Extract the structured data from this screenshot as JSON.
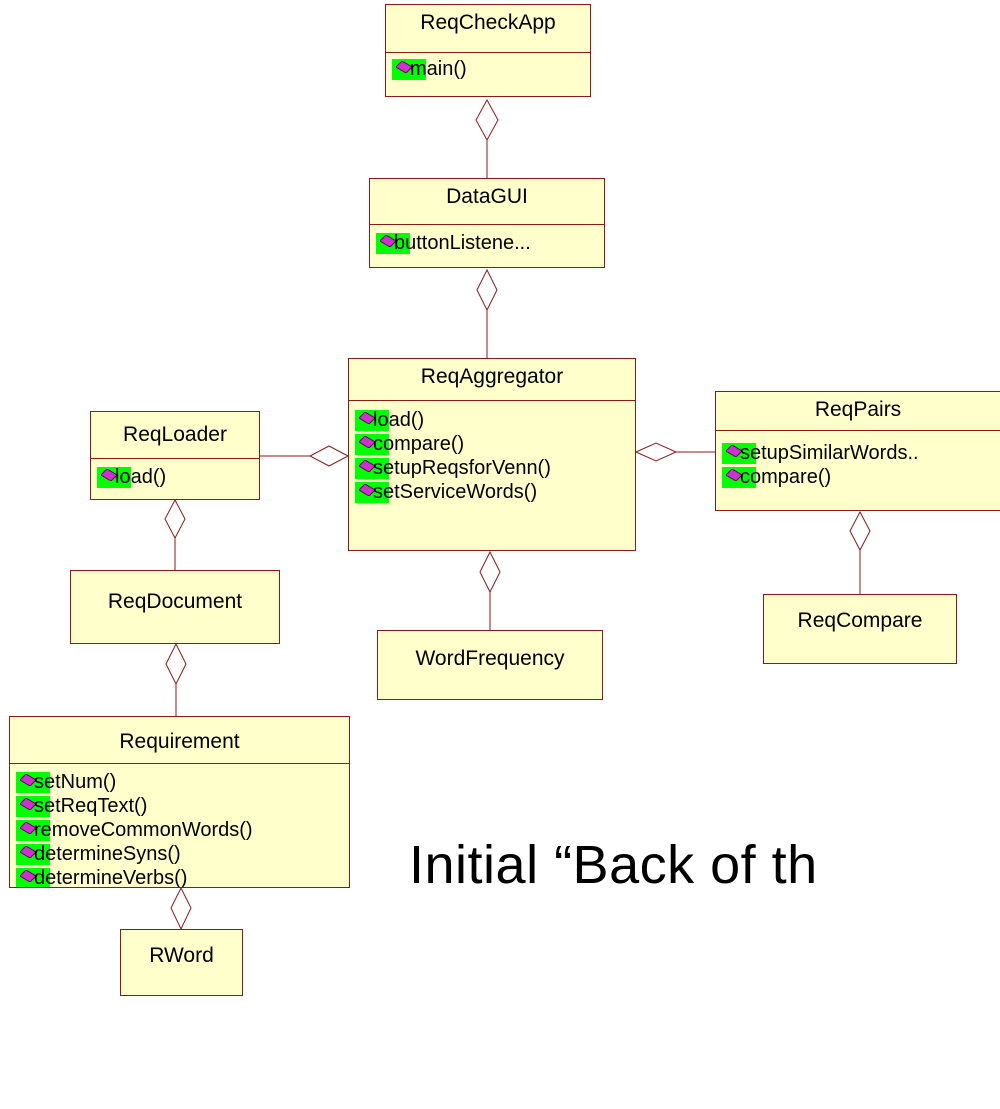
{
  "classes": {
    "reqcheckapp": {
      "name": "ReqCheckApp",
      "ops": [
        "main()"
      ]
    },
    "datagui": {
      "name": "DataGUI",
      "ops": [
        "buttonListene..."
      ]
    },
    "reqaggregator": {
      "name": "ReqAggregator",
      "ops": [
        "load()",
        "compare()",
        "setupReqsforVenn()",
        "setServiceWords()"
      ]
    },
    "reqloader": {
      "name": "ReqLoader",
      "ops": [
        "load()"
      ]
    },
    "reqpairs": {
      "name": "ReqPairs",
      "ops": [
        "setupSimilarWords..",
        "compare()"
      ]
    },
    "reqdocument": {
      "name": "ReqDocument",
      "ops": []
    },
    "wordfrequency": {
      "name": "WordFrequency",
      "ops": []
    },
    "reqcompare": {
      "name": "ReqCompare",
      "ops": []
    },
    "requirement": {
      "name": "Requirement",
      "ops": [
        "setNum()",
        "setReqText()",
        "removeCommonWords()",
        "determineSyns()",
        "determineVerbs()"
      ]
    },
    "rword": {
      "name": "RWord",
      "ops": []
    }
  },
  "slide_title": "Initial “Back of th",
  "colors": {
    "class_fill": "#ffffcc",
    "class_border": "#8b1a1a",
    "operation_icon_bg": "#00ff00",
    "operation_icon": "#cc33cc",
    "association_line": "#8b1a1a"
  },
  "icons": {
    "operation": "operation-diamond-icon",
    "aggregation": "aggregation-diamond-icon"
  }
}
